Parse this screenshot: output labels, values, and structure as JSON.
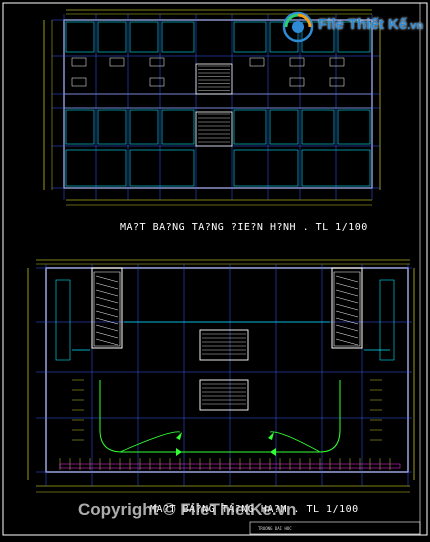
{
  "watermark": {
    "brand": "File Thiết Kế",
    "brand_suffix": ".vn",
    "copyright": "Copyright © FileThietKe.vn"
  },
  "plans": {
    "typical_floor_title": "MA?T BA?NG TA?NG ?IE?N H?NH . TL 1/100",
    "basement_title": "MA?T BA?NG TA?NG HA?M . TL 1/100"
  },
  "title_block": {
    "text": "TRUONG DAI HOC"
  },
  "colors": {
    "background": "#000000",
    "walls": "#ffffff",
    "cyan": "#00e5ff",
    "yellow": "#ffff33",
    "green": "#33ff33",
    "blue_grid": "#3a5cff",
    "magenta": "#ff33ff",
    "brand_blue": "#2e8cd6"
  },
  "icons": [
    "file-logo-icon",
    "stair-icon",
    "ramp-icon",
    "arrow-icon"
  ]
}
